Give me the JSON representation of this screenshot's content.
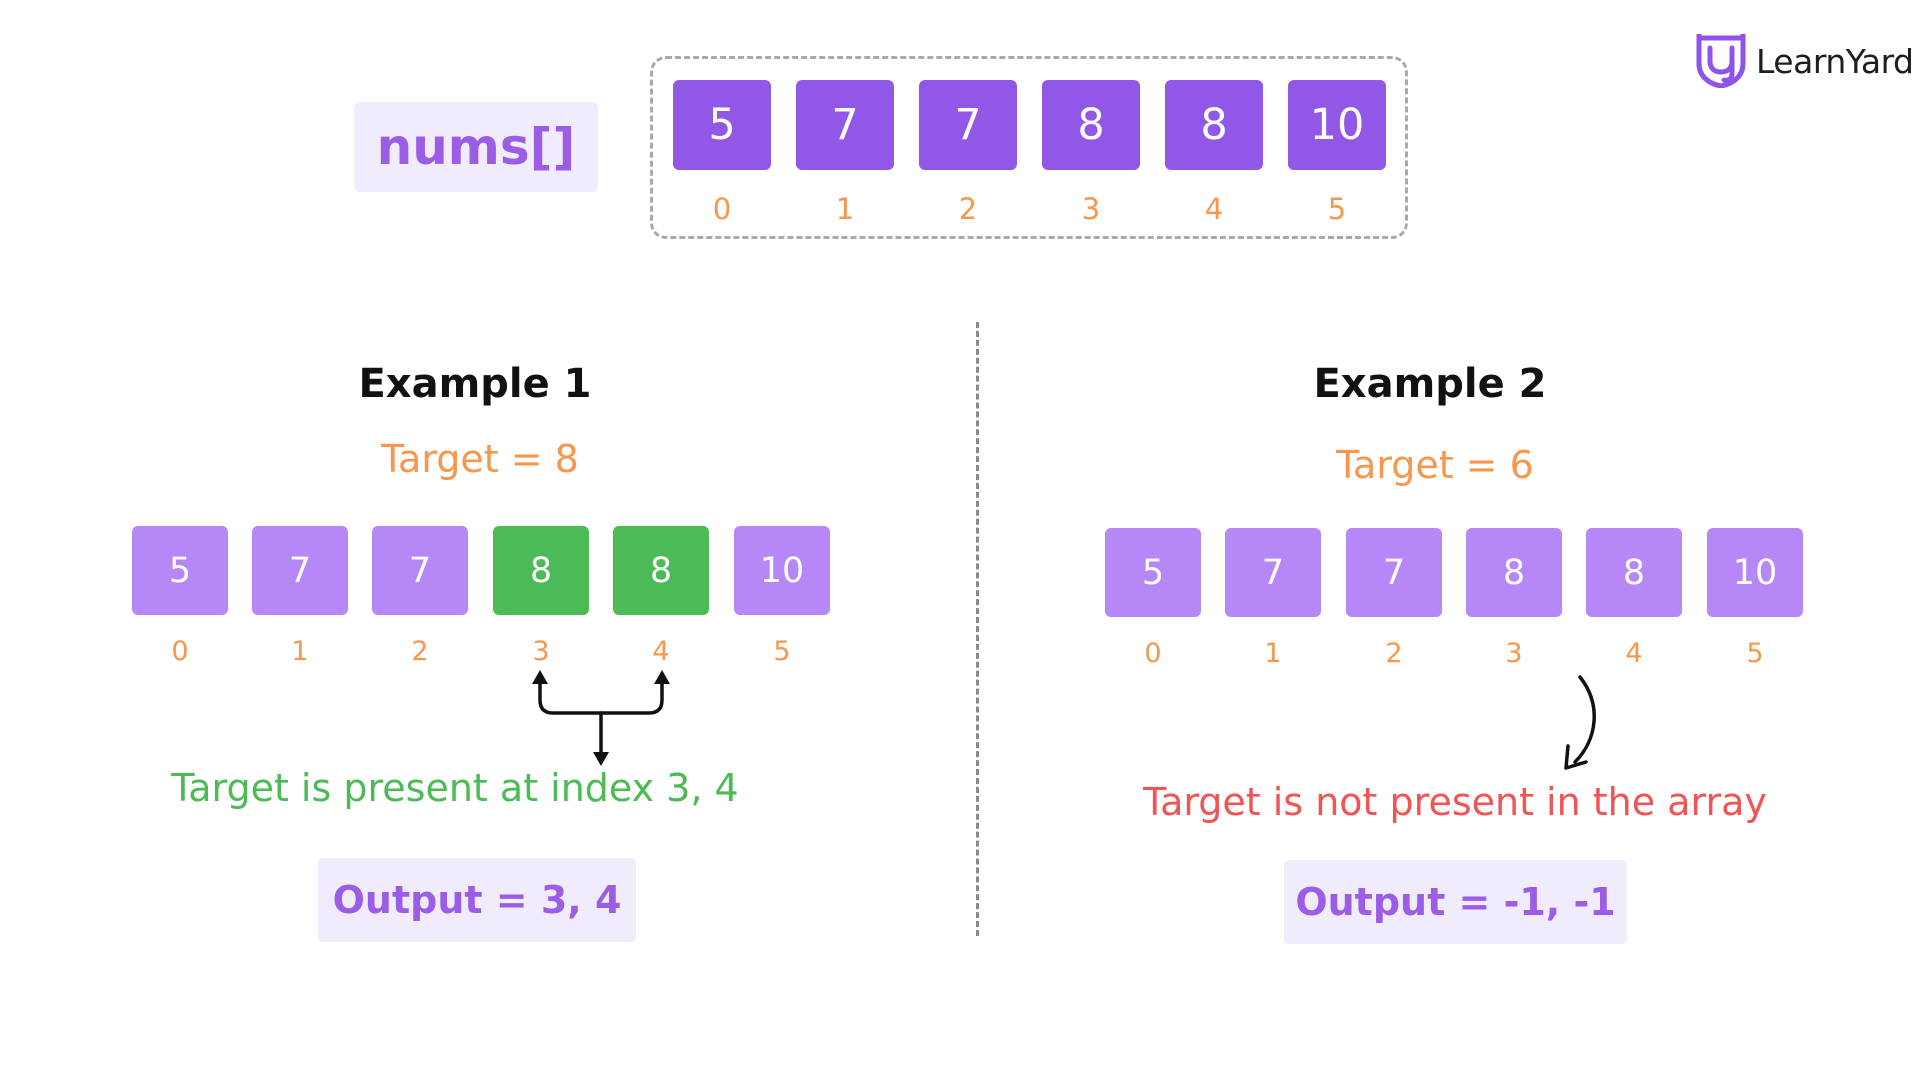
{
  "logo": {
    "text": "LearnYard",
    "icon": "learnyard-shield-icon"
  },
  "top_array": {
    "label": "nums[]",
    "values": [
      "5",
      "7",
      "7",
      "8",
      "8",
      "10"
    ],
    "indices": [
      "0",
      "1",
      "2",
      "3",
      "4",
      "5"
    ]
  },
  "example1": {
    "title": "Example 1",
    "target": "Target = 8",
    "values": [
      "5",
      "7",
      "7",
      "8",
      "8",
      "10"
    ],
    "indices": [
      "0",
      "1",
      "2",
      "3",
      "4",
      "5"
    ],
    "highlight_indices": [
      3,
      4
    ],
    "message": "Target is present at index 3, 4",
    "output": "Output = 3, 4"
  },
  "example2": {
    "title": "Example 2",
    "target": "Target = 6",
    "values": [
      "5",
      "7",
      "7",
      "8",
      "8",
      "10"
    ],
    "indices": [
      "0",
      "1",
      "2",
      "3",
      "4",
      "5"
    ],
    "message": "Target is not present in the array",
    "output": "Output = -1, -1"
  },
  "colors": {
    "cell_dark": "#9158e7",
    "cell_light": "#b587f7",
    "cell_found": "#4cba56",
    "index": "#f5974e",
    "success": "#4cba56",
    "error": "#f05454",
    "output_text": "#9b5de5",
    "output_bg": "#f1ecfb"
  }
}
